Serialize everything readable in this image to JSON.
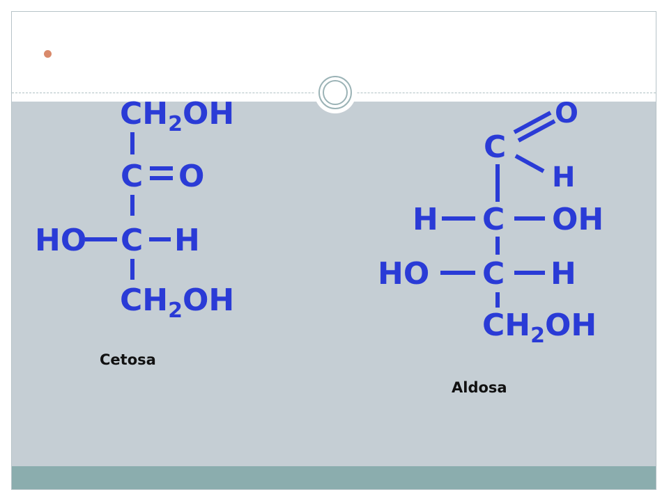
{
  "colors": {
    "content_background": "#c5ced4",
    "footer_band": "#8badae",
    "formula_ink": "#2a3bd6",
    "bullet": "#d98a6b"
  },
  "decor": {
    "bullet_icon": "bullet-dot-icon",
    "ornament_icon": "double-ring-icon"
  },
  "ketose": {
    "caption": "Cetosa",
    "top_group_main": "CH",
    "top_group_sub": "2",
    "top_group_tail": "OH",
    "carbonyl_carbon": "C",
    "carbonyl_oxygen": "O",
    "left_group": "HO",
    "center_carbon": "C",
    "right_group": "H",
    "bottom_group_main": "CH",
    "bottom_group_sub": "2",
    "bottom_group_tail": "OH"
  },
  "aldose": {
    "caption": "Aldosa",
    "aldehyde_oxygen": "O",
    "aldehyde_carbon": "C",
    "aldehyde_hydrogen": "H",
    "row1_left": "H",
    "row1_carbon": "C",
    "row1_right": "OH",
    "row2_left": "HO",
    "row2_carbon": "C",
    "row2_right": "H",
    "bottom_group_main": "CH",
    "bottom_group_sub": "2",
    "bottom_group_tail": "OH"
  }
}
